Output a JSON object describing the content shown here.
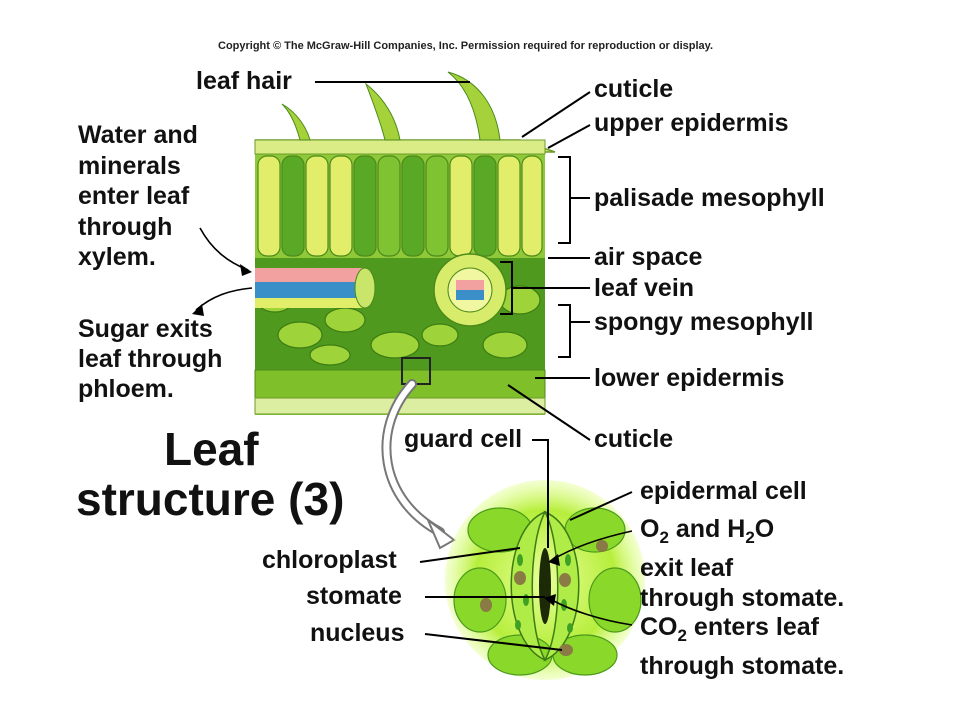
{
  "copyright": "Copyright © The McGraw-Hill Companies, Inc. Permission required for reproduction or display.",
  "title": {
    "line1": "Leaf",
    "line2": "structure (3)"
  },
  "left_notes": {
    "water": [
      "Water and",
      "minerals",
      "enter leaf",
      "through",
      "xylem."
    ],
    "sugar": [
      "Sugar exits",
      "leaf through",
      "phloem."
    ]
  },
  "labels": {
    "leaf_hair": "leaf hair",
    "cuticle_top": "cuticle",
    "upper_epidermis": "upper epidermis",
    "palisade_mesophyll": "palisade mesophyll",
    "air_space": "air space",
    "leaf_vein": "leaf vein",
    "spongy_mesophyll": "spongy mesophyll",
    "lower_epidermis": "lower epidermis",
    "cuticle_bottom": "cuticle",
    "guard_cell": "guard cell",
    "epidermal_cell": "epidermal cell",
    "chloroplast": "chloroplast",
    "stomate": "stomate",
    "nucleus": "nucleus"
  },
  "gas_notes": {
    "o2_line1_a": "O",
    "o2_sub": "2",
    "o2_line1_b": " and H",
    "h2o_sub": "2",
    "o2_line1_c": "O",
    "o2_line2": "exit leaf",
    "o2_line3": "through stomate.",
    "co2_line1_a": "CO",
    "co2_sub": "2",
    "co2_line1_b": " enters leaf",
    "co2_line2": "through stomate."
  },
  "colors": {
    "cell_green": "#b7e04a",
    "dark_green": "#3f8a18",
    "cell_yellow": "#e2ee6a",
    "xylem_pink": "#f2a0a0",
    "phloem_blue": "#3a8fc9",
    "background": "#ffffff"
  }
}
